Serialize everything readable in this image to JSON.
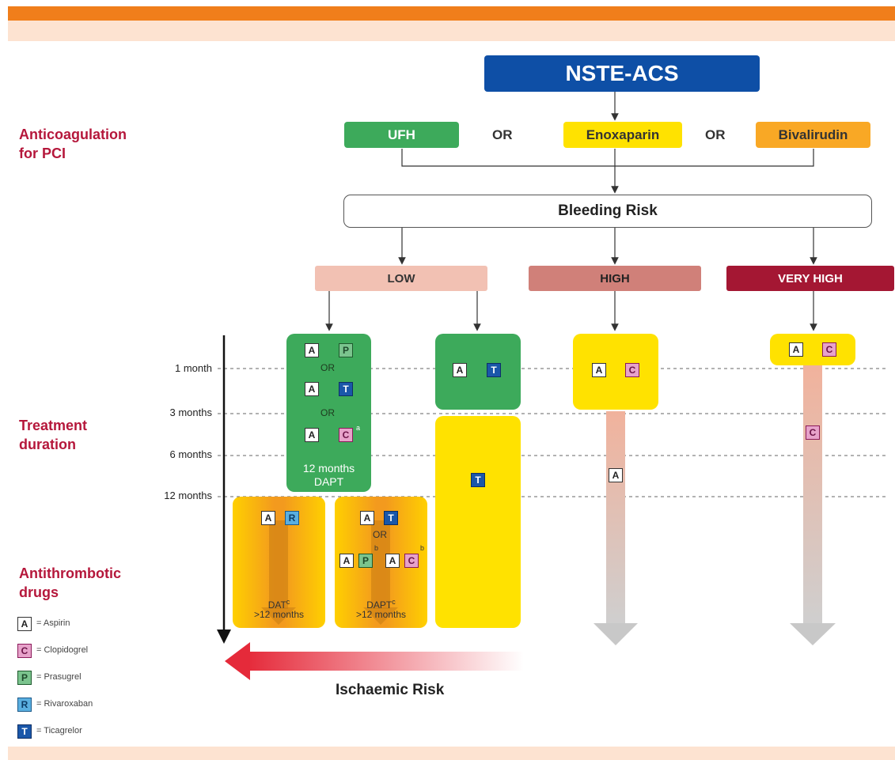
{
  "title": "NSTE-ACS",
  "labels": {
    "anticoagulation": [
      "Anticoagulation",
      "for PCI"
    ],
    "treatment_duration": [
      "Treatment",
      "duration"
    ],
    "antithrombotic": [
      "Antithrombotic",
      "drugs"
    ]
  },
  "anticoagulants": [
    "UFH",
    "Enoxaparin",
    "Bivalirudin"
  ],
  "or_word": "OR",
  "bleeding_risk": "Bleeding Risk",
  "risk_levels": [
    "LOW",
    "HIGH",
    "VERY HIGH"
  ],
  "durations": [
    "1 month",
    "3 months",
    "6 months",
    "12 months"
  ],
  "box_low_left": {
    "text1": "12 months",
    "text2": "DAPT",
    "footnote": "a"
  },
  "box_dat": {
    "text1": "DAT",
    "sup": "c",
    "text2": ">12 months"
  },
  "box_dapt": {
    "text1": "DAPT",
    "sup": "c",
    "text2": ">12 months",
    "sup_b": "b"
  },
  "ischaemic_risk": "Ischaemic Risk",
  "badges": {
    "A": "A",
    "C": "C",
    "P": "P",
    "R": "R",
    "T": "T"
  },
  "legend": [
    {
      "letter": "A",
      "name": "= Aspirin"
    },
    {
      "letter": "C",
      "name": "= Clopidogrel"
    },
    {
      "letter": "P",
      "name": "= Prasugrel"
    },
    {
      "letter": "R",
      "name": "= Rivaroxaban"
    },
    {
      "letter": "T",
      "name": "= Ticagrelor"
    }
  ],
  "colors": {
    "orange_band": "#F07E1B",
    "title_blue": "#0E4FA6",
    "ufh_green": "#3DAA5B",
    "enox_yellow": "#FFE200",
    "bival_orange": "#F9A825",
    "low": "#F2C1B3",
    "high": "#D08079",
    "very_high": "#A41733",
    "box_green": "#3DAA5B",
    "box_yellow": "#FFE200",
    "box_orange": "#F39A1E",
    "label_red": "#B5173B"
  }
}
